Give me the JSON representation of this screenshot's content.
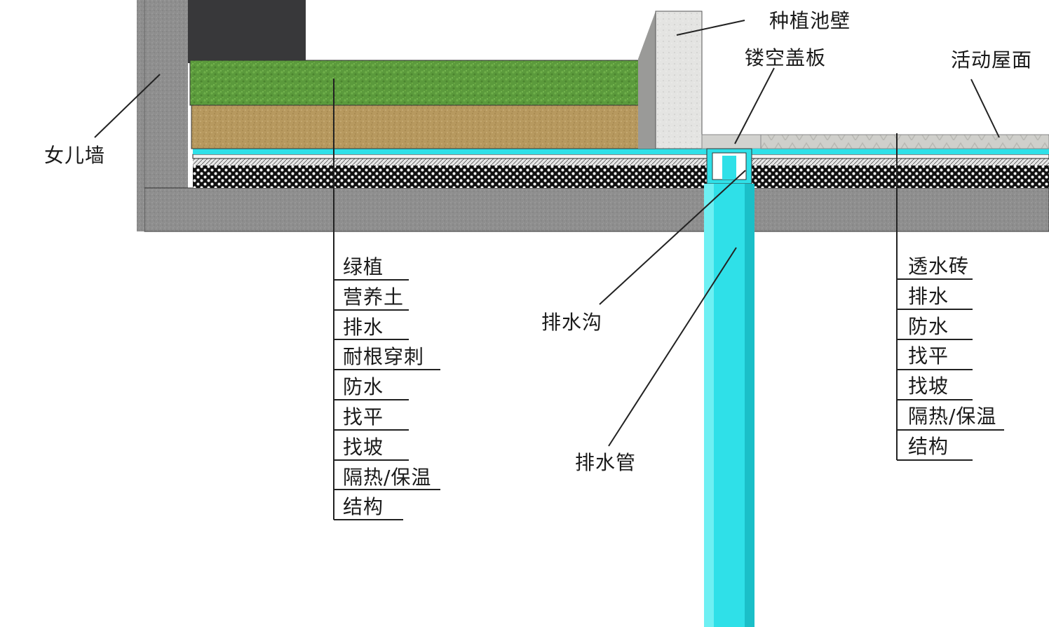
{
  "labels": {
    "parapet": "女儿墙",
    "planter_wall": "种植池壁",
    "grate_cover": "镂空盖板",
    "accessible_roof": "活动屋面",
    "drain_channel": "排水沟",
    "drain_pipe": "排水管"
  },
  "green_roof_layers": [
    "绿植",
    "营养土",
    "排水",
    "耐根穿刺",
    "防水",
    "找平",
    "找坡",
    "隔热/保温",
    "结构"
  ],
  "accessible_roof_layers": [
    "透水砖",
    "排水",
    "防水",
    "找平",
    "找坡",
    "隔热/保温",
    "结构"
  ],
  "colors": {
    "concrete": "#8f8f8f",
    "grass": "#5a9a3a",
    "soil": "#b89a62",
    "drainage": "#2fe0e8",
    "insulation": "#111111",
    "planter_wall": "#e6e6e4",
    "paver": "#cfcfcb",
    "dark_wall": "#3a3a3c"
  }
}
